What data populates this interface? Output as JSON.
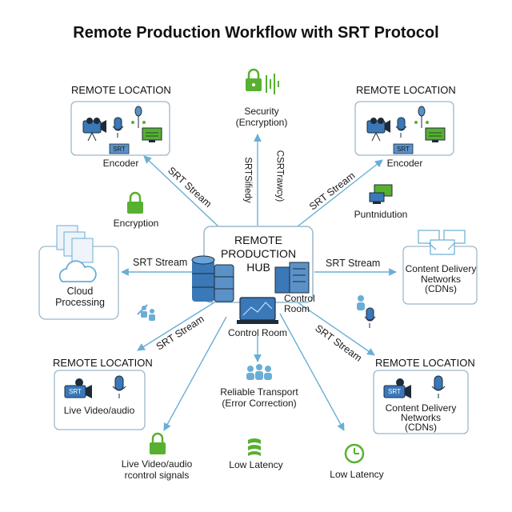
{
  "title": "Remote Production Workflow with SRT Protocol",
  "hub": {
    "line1": "REMOTE",
    "line2": "PRODUCTION",
    "line3": "HUB"
  },
  "remote_tl": {
    "heading": "REMOTE LOCATION",
    "srt": "SRT",
    "caption": "Encoder"
  },
  "remote_tr": {
    "heading": "REMOTE LOCATION",
    "srt": "SRT",
    "caption": "Encoder"
  },
  "remote_bl": {
    "heading": "REMOTE LOCATION",
    "srt": "SRT",
    "caption": "Live Video/audio"
  },
  "remote_br": {
    "heading": "REMOTE LOCATION",
    "srt": "SRT",
    "caption_line1": "Content Delivery",
    "caption_line2": "Networks",
    "caption_line3": "(CDNs)"
  },
  "cloud": {
    "line1": "Cloud",
    "line2": "Processing"
  },
  "cdn": {
    "line1": "Content Delivery",
    "line2": "Networks",
    "line3": "(CDNs)"
  },
  "security": {
    "line1": "Security",
    "line2": "(Encryption)"
  },
  "encryption": "Encryption",
  "puntnidution": "Puntnidution",
  "control_room_right": {
    "line1": "Control",
    "line2": "Room"
  },
  "control_room_bottom": "Control Room",
  "reliable": {
    "line1": "Reliable Transport",
    "line2": "(Error Correction)"
  },
  "live_signals": {
    "line1": "Live Video/audio",
    "line2": "rcontrol signals"
  },
  "low_latency_1": "Low Latency",
  "low_latency_2": "Low Latency",
  "vertical_1": "SRTSifiedy",
  "vertical_2": "CSRTrawcy)",
  "srt_stream": {
    "tl": "SRT Stream",
    "tr": "SRT Stream",
    "left": "SRT Stream",
    "right": "SRT Stream",
    "bl": "SRT Stream",
    "br": "SRT Stream"
  },
  "colors": {
    "arrow": "#6aaed6",
    "box_border": "#9ab8cc",
    "blue": "#3a78b8",
    "green": "#58b030",
    "dark": "#1d2b3a"
  }
}
